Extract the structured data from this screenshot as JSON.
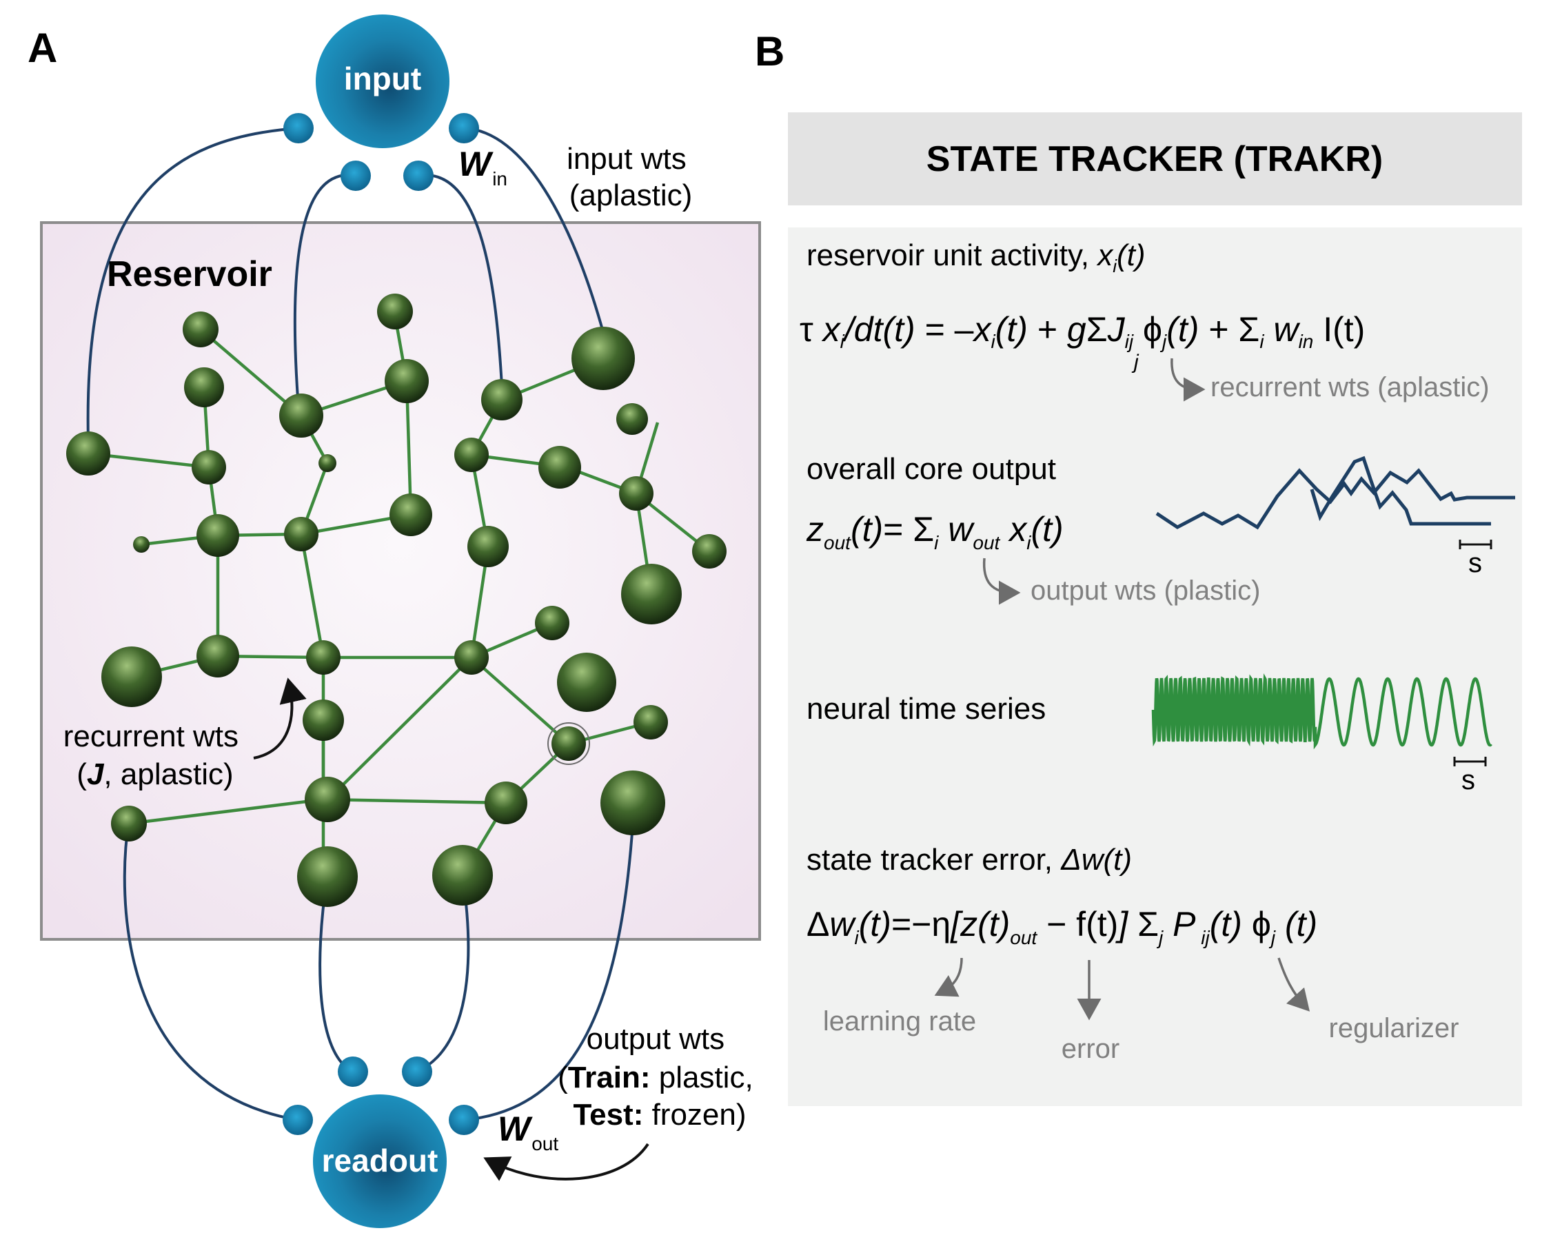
{
  "panel_a": {
    "label": "A",
    "input_label": "input",
    "readout_label": "readout",
    "reservoir_label": "Reservoir",
    "w_in": {
      "base": "W",
      "sub": "in"
    },
    "w_out": {
      "base": "W",
      "sub": "out"
    },
    "input_wts": [
      "input wts",
      "(aplastic)"
    ],
    "recurrent_wts": {
      "line1": "recurrent wts",
      "open": "(",
      "J": "J",
      "rest": ", aplastic)"
    },
    "output_wts": {
      "line1": "output wts",
      "train_open": "(",
      "train_bold": "Train:",
      "train_rest": " plastic,",
      "test_bold": "Test:",
      "test_rest": " frozen)"
    }
  },
  "panel_b": {
    "label": "B",
    "title": "STATE TRACKER (TRAKR)",
    "sections": {
      "reservoir_heading": "reservoir unit activity, ",
      "reservoir_var": "x",
      "reservoir_var_sub": "i",
      "reservoir_var_arg": "(t)",
      "recurrent_note": "recurrent wts (aplastic)",
      "core_heading": "overall core output",
      "output_note": "output wts (plastic)",
      "neural_heading": "neural time series",
      "error_heading": "state tracker error, ",
      "error_var": "Δw(t)",
      "learning_rate": "learning rate",
      "error": "error",
      "regularizer": "regularizer",
      "scale_s": "s"
    }
  },
  "colors": {
    "node_green": "#3a5f2a",
    "edge_green": "#3d8a3d",
    "wire_blue": "#1f3f66",
    "io_blue": "#1d82ad",
    "reservoir_fill": "#f3e9f1",
    "reservoir_border": "#8c8c8c",
    "panel_gray": "#f1f2f1",
    "title_gray": "#e3e3e3",
    "note_gray": "#808080",
    "trace_blue": "#1d3f63",
    "trace_green": "#2f8f3f"
  }
}
